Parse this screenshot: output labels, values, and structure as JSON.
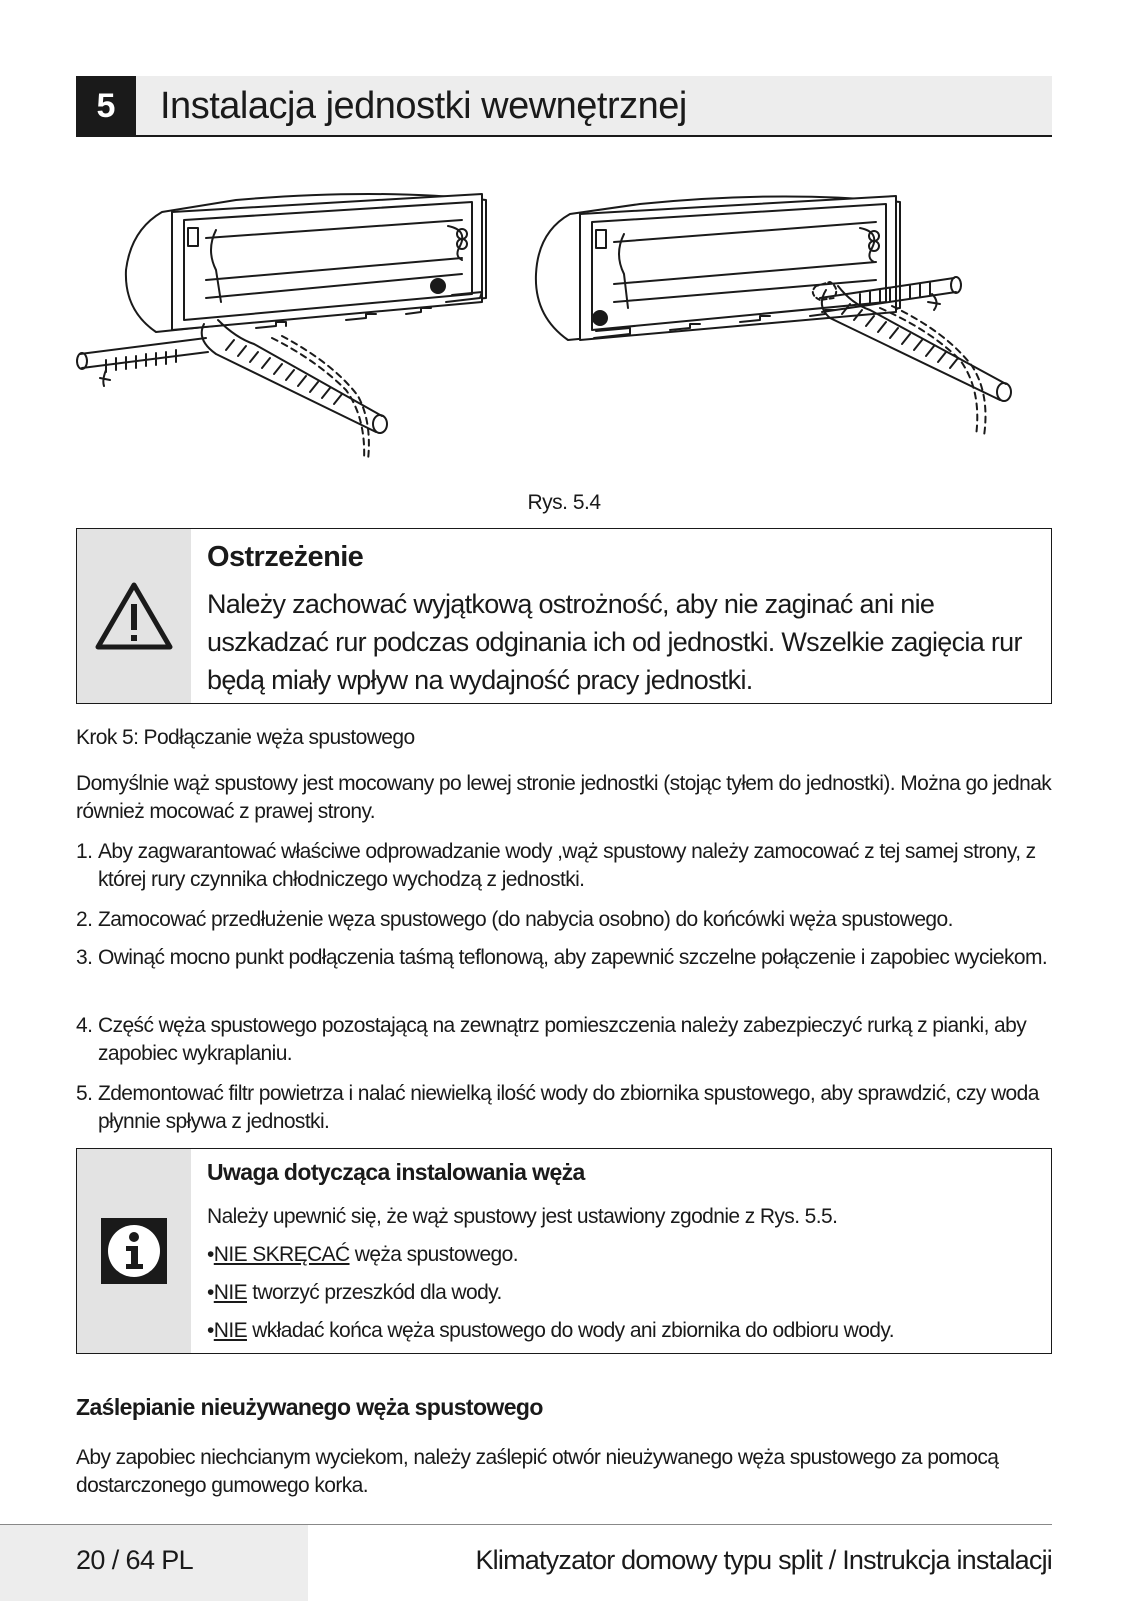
{
  "header": {
    "chapter_number": "5",
    "chapter_title": "Instalacja jednostki wewnętrznej"
  },
  "figure": {
    "caption": "Rys. 5.4"
  },
  "warning": {
    "title": "Ostrzeżenie",
    "text": "Należy zachować wyjątkową ostrożność, aby nie zaginać ani nie uszkadzać rur podczas odginania ich od jednostki. Wszelkie zagięcia rur będą miały wpływ na wydajność pracy jednostki."
  },
  "step": {
    "heading": "Krok 5: Podłączanie węża spustowego",
    "intro": "Domyślnie wąż spustowy jest mocowany po lewej stronie jednostki (stojąc tyłem do jednostki). Można go jednak również mocować z prawej strony.",
    "items": [
      {
        "num": "1.",
        "text": "Aby zagwarantować właściwe odprowadzanie wody ,wąż spustowy należy zamocować z tej samej strony, z której rury czynnika chłodniczego wychodzą z jednostki."
      },
      {
        "num": "2.",
        "text": "Zamocować przedłużenie węza spustowego (do nabycia osobno) do końcówki węża spustowego."
      },
      {
        "num": "3.",
        "text": "Owinąć mocno punkt podłączenia taśmą teflonową, aby zapewnić szczelne połączenie i zapobiec wyciekom."
      },
      {
        "num": "4.",
        "text": "Część węża spustowego pozostającą na zewnątrz pomieszczenia należy zabezpieczyć rurką z pianki, aby zapobiec wykraplaniu."
      },
      {
        "num": "5.",
        "text": "Zdemontować filtr powietrza i nalać niewielką ilość wody do zbiornika spustowego, aby sprawdzić, czy woda płynnie spływa z jednostki."
      }
    ]
  },
  "note": {
    "title": "Uwaga dotycząca instalowania węża",
    "intro": "Należy upewnić się, że wąż spustowy jest ustawiony zgodnie z Rys. 5.5.",
    "bullets": [
      {
        "bullet": "•",
        "emph": "NIE SKRĘCAĆ",
        "rest": " węża spustowego."
      },
      {
        "bullet": "•",
        "emph": "NIE",
        "rest": " tworzyć przeszkód dla wody."
      },
      {
        "bullet": "•",
        "emph": "NIE",
        "rest": " wkładać końca węża spustowego do wody ani zbiornika do odbioru wody."
      }
    ]
  },
  "plug": {
    "heading": "Zaślepianie nieużywanego węża spustowego",
    "text": "Aby zapobiec niechcianym wyciekom, należy zaślepić otwór nieużywanego węża spustowego za pomocą dostarczonego gumowego korka."
  },
  "footer": {
    "page": "20 / 64 PL",
    "doc_title": "Klimatyzator domowy typu split / Instrukcja instalacji"
  },
  "icons": {
    "warning": "warning-triangle-icon",
    "info": "info-icon"
  }
}
